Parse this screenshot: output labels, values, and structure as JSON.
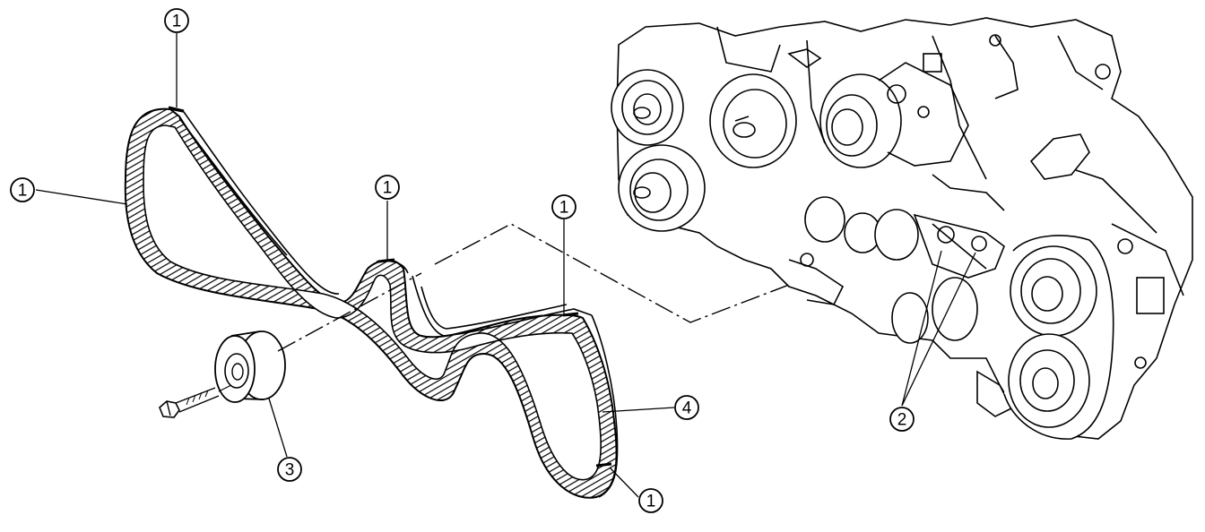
{
  "diagram": {
    "callouts": [
      {
        "id": "c1a",
        "label": "1"
      },
      {
        "id": "c1b",
        "label": "1"
      },
      {
        "id": "c1c",
        "label": "1"
      },
      {
        "id": "c1d",
        "label": "1"
      },
      {
        "id": "c1e",
        "label": "1"
      },
      {
        "id": "c2",
        "label": "2"
      },
      {
        "id": "c3",
        "label": "3"
      },
      {
        "id": "c4",
        "label": "4"
      }
    ],
    "parts": [
      "timing-belt",
      "belt-tensioner",
      "idler-pulley",
      "mounting-bolt",
      "engine-block"
    ]
  }
}
